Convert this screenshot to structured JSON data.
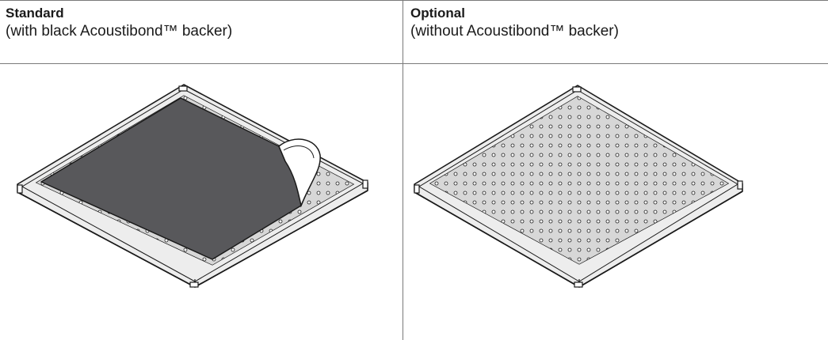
{
  "columns": [
    {
      "title": "Standard",
      "subtitle": "(with black Acoustibond™ backer)",
      "illustration": "tile-with-peeling-backer"
    },
    {
      "title": "Optional",
      "subtitle": "(without Acoustibond™ backer)",
      "illustration": "tile-perforated-bare"
    }
  ],
  "colors": {
    "backer": "#58585b",
    "tile_face": "#d7d7d7",
    "rim": "#ededed",
    "outline": "#1a1a1a",
    "rules": "#7a7a7a"
  }
}
